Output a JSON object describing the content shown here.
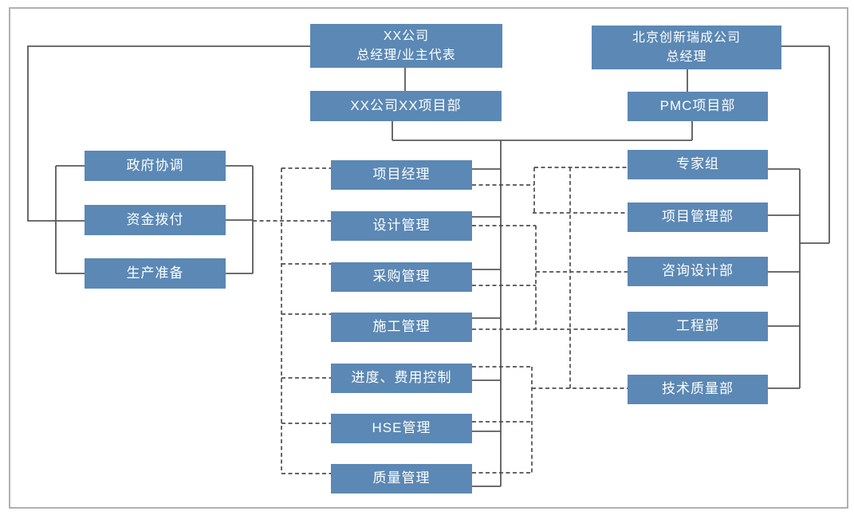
{
  "palette": {
    "node_fill": "#5b88b4",
    "node_text": "#ffffff",
    "solid_line": "#595959",
    "dashed_line": "#4f4f4f",
    "frame_border": "#a8a8a8"
  },
  "nodes": {
    "owner_gm": {
      "line1": "XX公司",
      "line2": "总经理/业主代表"
    },
    "owner_project_dept": {
      "label": "XX公司XX项目部"
    },
    "pmc_company_gm": {
      "line1": "北京创新瑞成公司",
      "line2": "总经理"
    },
    "pmc_project_dept": {
      "label": "PMC项目部"
    },
    "left": [
      "政府协调",
      "资金拨付",
      "生产准备"
    ],
    "middle": [
      "项目经理",
      "设计管理",
      "采购管理",
      "施工管理",
      "进度、费用控制",
      "HSE管理",
      "质量管理"
    ],
    "right": [
      "专家组",
      "项目管理部",
      "咨询设计部",
      "工程部",
      "技术质量部"
    ]
  }
}
